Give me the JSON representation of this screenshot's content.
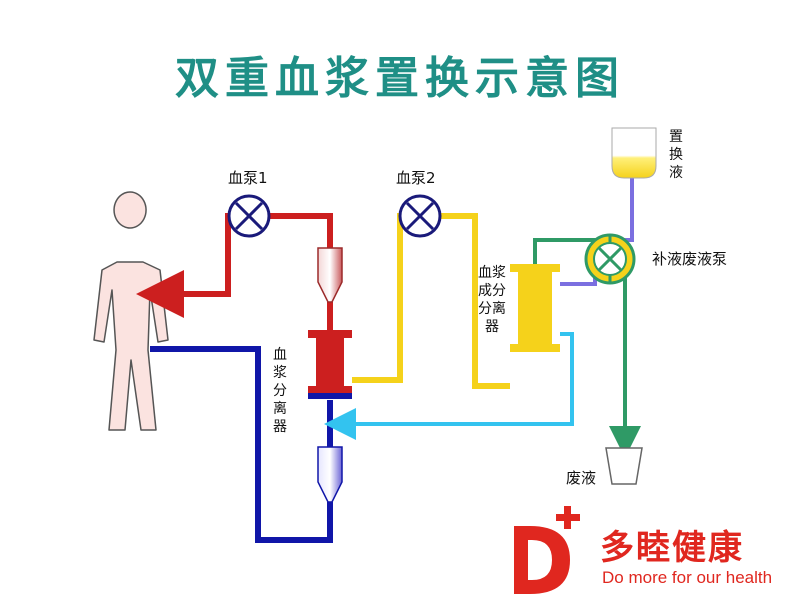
{
  "title": "双重血浆置换示意图",
  "labels": {
    "pump1": "血泵1",
    "pump2": "血泵2",
    "replacement_fluid": "置换液",
    "fluid_pump": "补液废液泵",
    "component_separator": "血浆成分分离器",
    "plasma_separator": "血浆分离器",
    "waste": "废液"
  },
  "brand": {
    "name": "多睦健康",
    "slogan": "Do more for our health"
  },
  "colors": {
    "title": "#1f8f86",
    "red_line": "#cc1f1f",
    "blue_line": "#1016a8",
    "yellow_line": "#f5d21b",
    "light_blue_line": "#33c3ef",
    "green_line": "#2f9a66",
    "purple_line": "#7b6fe0",
    "brand": "#e0271f"
  }
}
